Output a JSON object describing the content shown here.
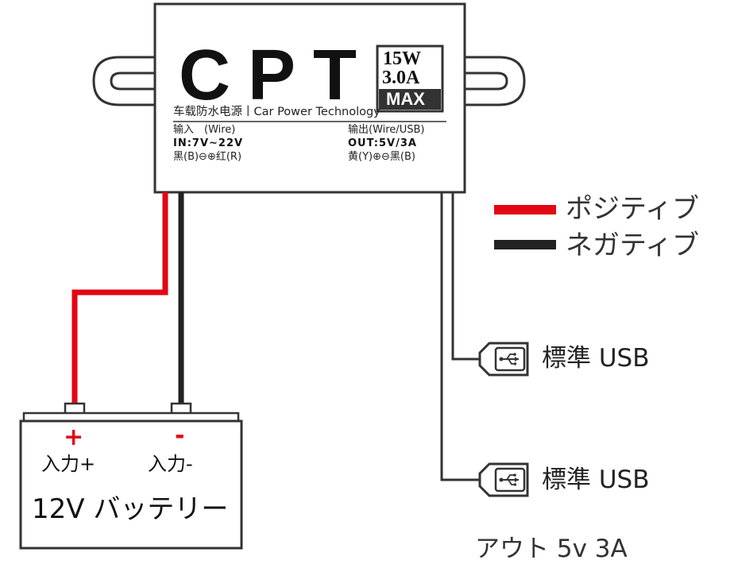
{
  "module": {
    "brand": "CPT",
    "rating_power": "15W",
    "rating_current": "3.0A",
    "rating_max": "MAX",
    "subtitle": "车载防水电源丨Car Power Technology",
    "input_label": "输入　(Wire)",
    "input_spec": "IN:7V~22V",
    "input_polarity": "黑(B)⊖⊕红(R)",
    "output_label": "输出(Wire/USB)",
    "output_spec": "OUT:5V/3A",
    "output_polarity": "黄(Y)⊕⊖黑(B)"
  },
  "legend": {
    "positive": {
      "label": "ポジティブ",
      "color": "#e30613"
    },
    "negative": {
      "label": "ネガティブ",
      "color": "#222222"
    }
  },
  "usb_ports": [
    {
      "label": "標準 USB",
      "icon": "usb-icon"
    },
    {
      "label": "標準 USB",
      "icon": "usb-icon"
    }
  ],
  "output_caption": "アウト 5v 3A",
  "battery": {
    "plus_sign": "+",
    "minus_sign": "-",
    "plus_label": "入力+",
    "minus_label": "入力-",
    "name": "12V バッテリー"
  },
  "colors": {
    "wire_red": "#e30613",
    "wire_black": "#222222",
    "outline": "#333333"
  }
}
